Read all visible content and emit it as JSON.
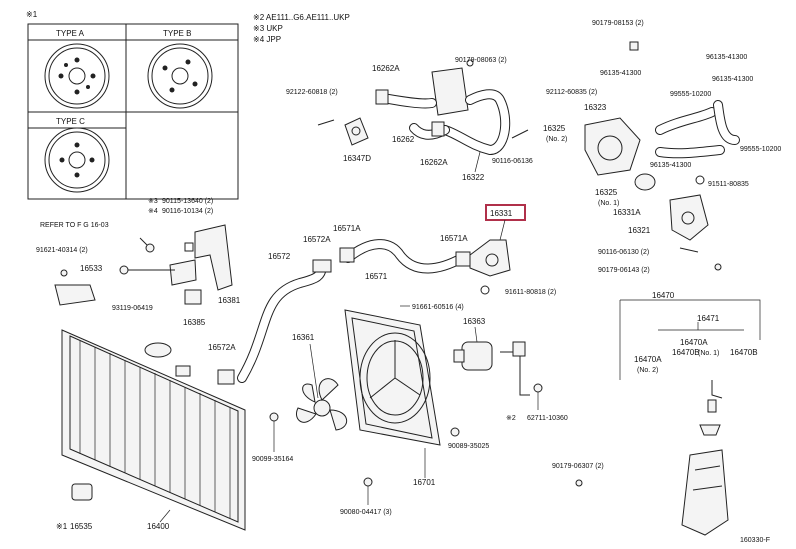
{
  "header": {
    "note_marker": "※1",
    "notes": [
      "※2 AE111..G6.AE111..UKP",
      "※3 UKP",
      "※4 JPP"
    ]
  },
  "types": {
    "a": "TYPE A",
    "b": "TYPE B",
    "c": "TYPE C"
  },
  "labels": {
    "l90179_08153": "90179-08153 (2)",
    "l96135_41300a": "96135-41300",
    "l96135_41300b": "96135-41300",
    "l96135_41300c": "96135-41300",
    "l96135_41300d": "96135-41300",
    "l99555_10200": "99555-10200",
    "l99555_10200b": "99555-10200",
    "l90179_08063": "90179-08063 (2)",
    "l16262A_top": "16262A",
    "l92122": "92122-60818 (2)",
    "l16262": "16262",
    "l16262A": "16262A",
    "l16347D": "16347D",
    "l90116_06136": "90116-06136",
    "l16322": "16322",
    "l92112": "92112-60835 (2)",
    "l16323": "16323",
    "l16325_no2": "16325",
    "l16325_no2_sub": "(No. 2)",
    "l16325_no1": "16325",
    "l16325_no1_sub": "(No. 1)",
    "l91511": "91511-80835",
    "l16331A": "16331A",
    "l16321": "16321",
    "l90116_06130": "90116-06130 (2)",
    "l90179_06143": "90179-06143 (2)",
    "l90115": "90115-13640 (2)",
    "l90116_10134": "90116-10134 (2)",
    "l90115_mark": "※3",
    "l90116_mark": "※4",
    "refer": "REFER TO F G 16-03",
    "l91621": "91621-40314 (2)",
    "l16533": "16533",
    "l93119": "93119-06419",
    "l16385": "16385",
    "l16381": "16381",
    "l16571A_top": "16571A",
    "l16572A_top": "16572A",
    "l16572": "16572",
    "l16571": "16571",
    "l16571A": "16571A",
    "l16331": "16331",
    "l91611": "91611-80818 (2)",
    "l91661": "91661-60516 (4)",
    "l16363": "16363",
    "l16572A": "16572A",
    "l16361": "16361",
    "l16470": "16470",
    "l16471": "16471",
    "l16470A_top": "16470A",
    "l16470A": "16470A",
    "l16470A_sub": "(No. 2)",
    "l16470B_mid": "16470B",
    "l16470B_mid_sub": "(No. 1)",
    "l16470B": "16470B",
    "l62711": "62711-10360",
    "l62711_mark": "※2",
    "l90099_35164": "90099-35164",
    "l90089_35025": "90089-35025",
    "l90179_06307": "90179-06307 (2)",
    "l16701": "16701",
    "l16535": "16535",
    "l16535_mark": "※1",
    "l16400": "16400",
    "l90080_04417": "90080-04417 (3)",
    "fig": "160330-F"
  }
}
